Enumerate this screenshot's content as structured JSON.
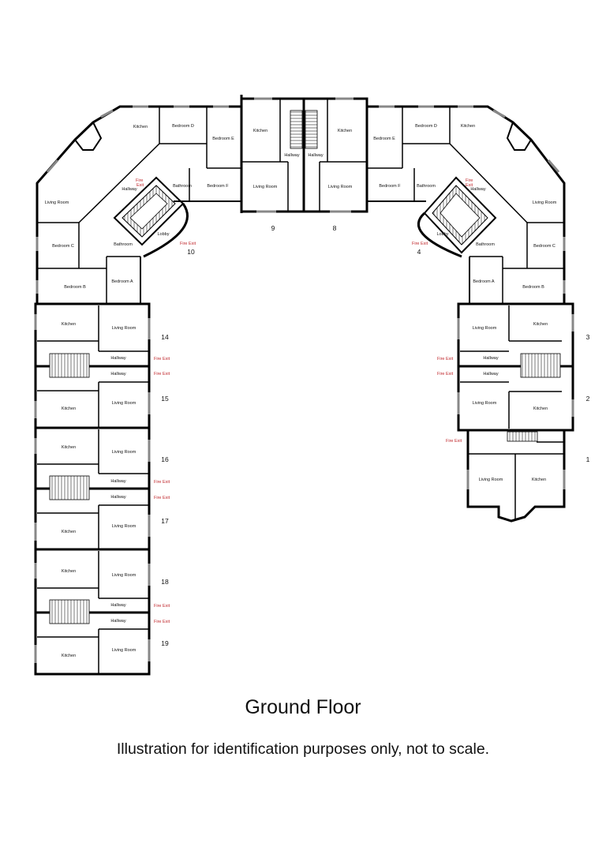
{
  "title": "Ground Floor",
  "subtitle": "Illustration for identification purposes only, not to scale.",
  "colors": {
    "wall": "#000000",
    "window": "#8a8a8a",
    "fire_exit": "#c0282d",
    "background": "#ffffff"
  },
  "units": [
    {
      "number": "10",
      "rooms": [
        "Kitchen",
        "Bedroom D",
        "Bedroom E",
        "Bedroom F",
        "Bathroom",
        "Hallway",
        "Living Room",
        "Lobby",
        "Bathroom",
        "Bedroom C",
        "Bedroom B",
        "Bedroom A"
      ]
    },
    {
      "number": "9",
      "rooms": [
        "Kitchen",
        "Hallway",
        "Living Room"
      ]
    },
    {
      "number": "8",
      "rooms": [
        "Kitchen",
        "Hallway",
        "Living Room"
      ]
    },
    {
      "number": "4",
      "rooms": [
        "Bedroom E",
        "Bedroom D",
        "Kitchen",
        "Bedroom F",
        "Bathroom",
        "Hallway",
        "Living Room",
        "Lobby",
        "Bathroom",
        "Bedroom C",
        "Bedroom A",
        "Bedroom B"
      ]
    },
    {
      "number": "14",
      "rooms": [
        "Kitchen",
        "Living Room",
        "Hallway"
      ]
    },
    {
      "number": "15",
      "rooms": [
        "Hallway",
        "Kitchen",
        "Living Room"
      ]
    },
    {
      "number": "16",
      "rooms": [
        "Kitchen",
        "Living Room",
        "Hallway"
      ]
    },
    {
      "number": "17",
      "rooms": [
        "Hallway",
        "Kitchen",
        "Living Room"
      ]
    },
    {
      "number": "18",
      "rooms": [
        "Kitchen",
        "Living Room",
        "Hallway"
      ]
    },
    {
      "number": "19",
      "rooms": [
        "Hallway",
        "Kitchen",
        "Living Room"
      ]
    },
    {
      "number": "3",
      "rooms": [
        "Living Room",
        "Kitchen",
        "Hallway"
      ]
    },
    {
      "number": "2",
      "rooms": [
        "Hallway",
        "Living Room",
        "Kitchen"
      ]
    },
    {
      "number": "1",
      "rooms": [
        "Living Room",
        "Kitchen"
      ]
    }
  ],
  "labels": {
    "kitchen": "Kitchen",
    "living": "Living Room",
    "hallway": "Hallway",
    "bathroom": "Bathroom",
    "lobby": "Lobby",
    "bedA": "Bedroom A",
    "bedB": "Bedroom B",
    "bedC": "Bedroom C",
    "bedD": "Bedroom D",
    "bedE": "Bedroom E",
    "bedF": "Bedroom F",
    "fire_exit": "Fire Exit",
    "fire": "Fire",
    "exit": "Exit"
  },
  "unit_numbers": {
    "u1": "1",
    "u2": "2",
    "u3": "3",
    "u4": "4",
    "u8": "8",
    "u9": "9",
    "u10": "10",
    "u14": "14",
    "u15": "15",
    "u16": "16",
    "u17": "17",
    "u18": "18",
    "u19": "19"
  }
}
